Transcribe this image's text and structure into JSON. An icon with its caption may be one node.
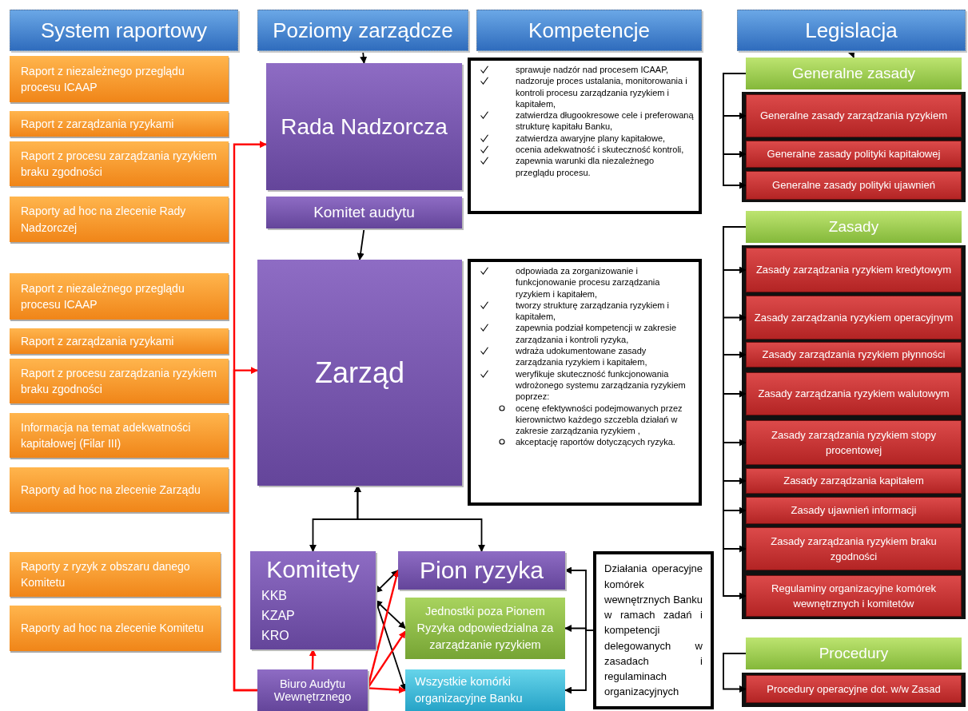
{
  "diagram": {
    "nodes": [
      {
        "text": [
          "System raportowy"
        ]
      },
      {
        "text": [
          "Poziomy zarządcze"
        ]
      },
      {
        "text": [
          "Kompetencje"
        ]
      },
      {
        "text": [
          "Legislacja"
        ]
      },
      {
        "text": [
          "Raport z niezależnego przeglądu procesu ICAAP"
        ]
      },
      {
        "text": [
          "Raport z zarządzania ryzykami"
        ]
      },
      {
        "text": [
          "Raport z procesu zarządzania ryzykiem braku zgodności"
        ]
      },
      {
        "text": [
          "Raporty ad hoc na zlecenie Rady Nadzorczej"
        ]
      },
      {
        "text": [
          "Raport z niezależnego przeglądu procesu ICAAP"
        ]
      },
      {
        "text": [
          "Raport z zarządzania ryzykami"
        ]
      },
      {
        "text": [
          "Raport z procesu zarządzania ryzykiem braku zgodności"
        ]
      },
      {
        "text": [
          "Informacja na temat adekwatności kapitałowej (Filar III)"
        ]
      },
      {
        "text": [
          "Raporty ad hoc na zlecenie Zarządu"
        ]
      },
      {
        "text": [
          "Raporty z ryzyk z obszaru danego Komitetu"
        ]
      },
      {
        "text": [
          "Raporty ad hoc na zlecenie Komitetu"
        ]
      },
      {
        "text": [
          "Rada Nadzorcza"
        ]
      },
      {
        "text": [
          "Komitet audytu"
        ]
      },
      {
        "text": [
          "Zarząd"
        ]
      },
      {
        "text": [
          "Komitety",
          "KKB",
          "KZAP",
          "KRO"
        ]
      },
      {
        "text": [
          "Pion ryzyka"
        ]
      },
      {
        "text": [
          "Jednostki poza Pionem Ryzyka odpowiedzialna za zarządzanie ryzykiem"
        ]
      },
      {
        "text": [
          "Biuro Audytu Wewnętrznego"
        ]
      },
      {
        "text": [
          "Wszystkie komórki organizacyjne Banku"
        ]
      },
      {
        "text": [
          "sprawuje nadzór nad procesem ICAAP,",
          "nadzoruje proces ustalania, monitorowania i kontroli procesu zarządzania ryzykiem i kapitałem,",
          "zatwierdza długookresowe cele i preferowaną strukturę kapitału Banku,",
          "zatwierdza awaryjne plany kapitałowe,",
          "ocenia adekwatność i skuteczność kontroli,",
          "zapewnia warunki dla niezależnego przeglądu procesu."
        ]
      },
      {
        "text": [
          "odpowiada za zorganizowanie i funkcjonowanie procesu zarządzania ryzykiem i kapitałem,",
          "tworzy strukturę zarządzania ryzykiem i kapitałem,",
          "zapewnia podział kompetencji w zakresie zarządzania i kontroli ryzyka,",
          "wdraża udokumentowane zasady zarządzania ryzykiem i kapitałem,",
          "weryfikuje skuteczność funkcjonowania wdrożonego systemu zarządzania ryzykiem poprzez:",
          "ocenę efektywności podejmowanych przez kierownictwo każdego szczebla działań w zakresie zarządzania ryzykiem ,",
          "akceptację raportów dotyczących ryzyka."
        ]
      },
      {
        "text": [
          "Działania operacyjne komórek wewnętrznych Banku w ramach zadań i kompetencji delegowanych w zasadach i regulaminach organizacyjnych"
        ]
      },
      {
        "text": [
          "Generalne zasady"
        ]
      },
      {
        "text": [
          "Generalne zasady zarządzania ryzykiem"
        ]
      },
      {
        "text": [
          "Generalne zasady polityki kapitałowej"
        ]
      },
      {
        "text": [
          "Generalne zasady polityki ujawnień"
        ]
      },
      {
        "text": [
          "Zasady"
        ]
      },
      {
        "text": [
          "Zasady zarządzania ryzykiem kredytowym"
        ]
      },
      {
        "text": [
          "Zasady zarządzania ryzykiem operacyjnym"
        ]
      },
      {
        "text": [
          "Zasady zarządzania ryzykiem płynności"
        ]
      },
      {
        "text": [
          "Zasady zarządzania ryzykiem walutowym"
        ]
      },
      {
        "text": [
          "Zasady zarządzania ryzykiem stopy procentowej"
        ]
      },
      {
        "text": [
          "Zasady zarządzania kapitałem"
        ]
      },
      {
        "text": [
          "Zasady ujawnień informacji"
        ]
      },
      {
        "text": [
          "Zasady zarządzania ryzykiem braku zgodności"
        ]
      },
      {
        "text": [
          "Regulaminy organizacyjne komórek wewnętrznych i komitetów"
        ]
      },
      {
        "text": [
          "Procedury"
        ]
      },
      {
        "text": [
          "Procedury operacyjne dot. w/w Zasad"
        ]
      }
    ],
    "edges": [
      {
        "from": 1,
        "to": 15,
        "arrow": "to"
      },
      {
        "from": 3,
        "to": 26,
        "arrow": "to"
      },
      {
        "from": 16,
        "to": 17,
        "arrow": "to"
      },
      {
        "from": 21,
        "to": 15,
        "arrow": "to",
        "color": "#ff0000"
      },
      {
        "from": 21,
        "to": 17,
        "arrow": "to",
        "color": "#ff0000"
      },
      {
        "from": 17,
        "to": 18,
        "arrow": "both"
      },
      {
        "from": 17,
        "to": 19,
        "arrow": "both"
      },
      {
        "from": 18,
        "to": 19,
        "arrow": "both"
      },
      {
        "from": 18,
        "to": 20,
        "arrow": "both"
      },
      {
        "from": 18,
        "to": 22,
        "arrow": "both"
      },
      {
        "from": 21,
        "to": 18,
        "arrow": "to",
        "color": "#ff0000"
      },
      {
        "from": 21,
        "to": 19,
        "arrow": "to",
        "color": "#ff0000"
      },
      {
        "from": 21,
        "to": 20,
        "arrow": "to",
        "color": "#ff0000"
      },
      {
        "from": 21,
        "to": 22,
        "arrow": "to",
        "color": "#ff0000"
      },
      {
        "from": 25,
        "to": 19,
        "arrow": "to"
      },
      {
        "from": 25,
        "to": 20,
        "arrow": "to"
      },
      {
        "from": 25,
        "to": 22,
        "arrow": "to"
      },
      {
        "from": 26,
        "to": 27,
        "arrow": "to"
      },
      {
        "from": 26,
        "to": 28,
        "arrow": "to"
      },
      {
        "from": 26,
        "to": 29,
        "arrow": "to"
      },
      {
        "from": 30,
        "to": 31,
        "arrow": "to"
      },
      {
        "from": 30,
        "to": 32,
        "arrow": "to"
      },
      {
        "from": 30,
        "to": 33,
        "arrow": "to"
      },
      {
        "from": 30,
        "to": 34,
        "arrow": "to"
      },
      {
        "from": 30,
        "to": 35,
        "arrow": "to"
      },
      {
        "from": 30,
        "to": 36,
        "arrow": "to"
      },
      {
        "from": 30,
        "to": 37,
        "arrow": "to"
      },
      {
        "from": 30,
        "to": 38,
        "arrow": "to"
      },
      {
        "from": 30,
        "to": 39,
        "arrow": "to"
      },
      {
        "from": 40,
        "to": 41,
        "arrow": "to"
      }
    ]
  }
}
